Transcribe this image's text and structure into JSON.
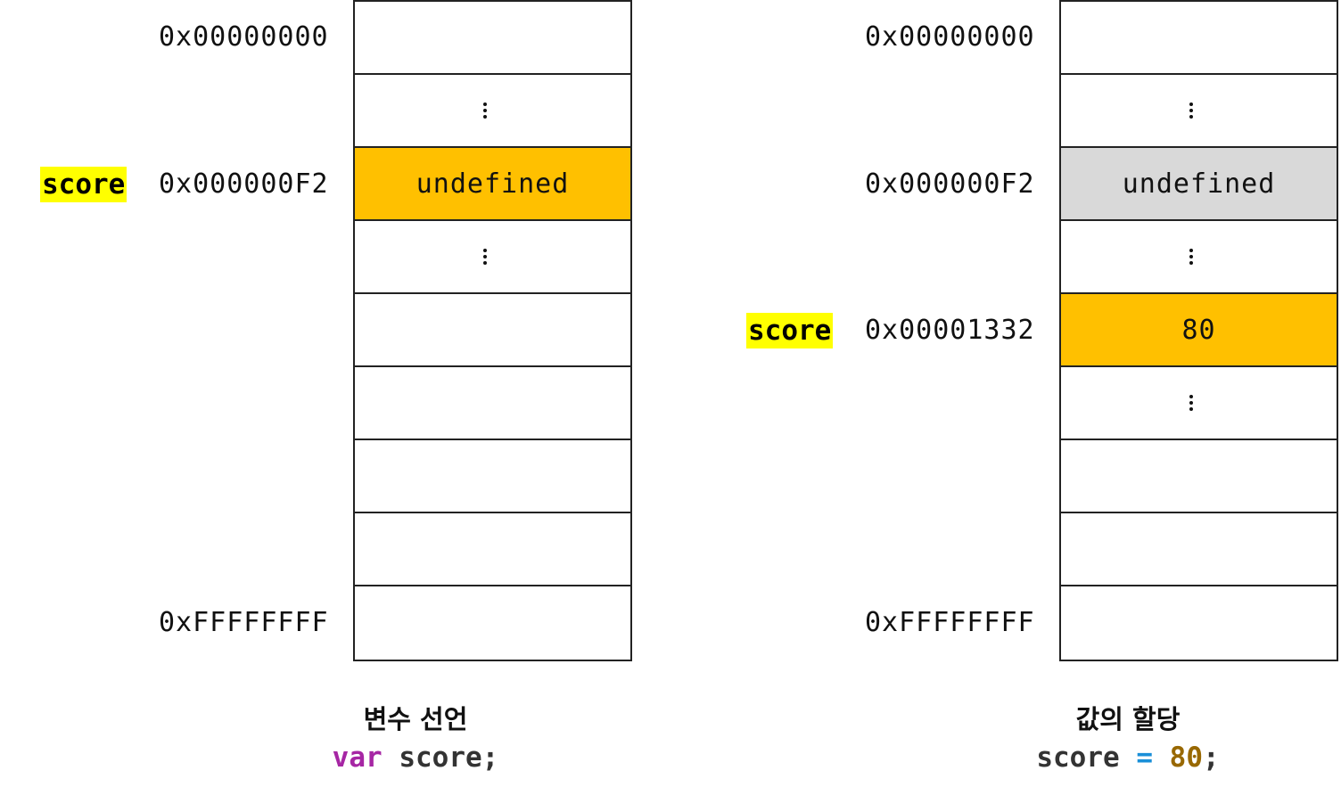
{
  "left": {
    "caption_title": "변수 선언",
    "code": {
      "keyword": "var",
      "ident": "score",
      "semi": ";"
    },
    "var_label": "score",
    "addresses": {
      "top": "0x00000000",
      "mid": "0x000000F2",
      "bottom": "0xFFFFFFFF"
    },
    "cells": [
      "",
      "⋮",
      "undefined",
      "⋮",
      "",
      "",
      "",
      "",
      ""
    ]
  },
  "right": {
    "caption_title": "값의 할당",
    "code": {
      "ident": "score",
      "op": "=",
      "num": "80",
      "semi": ";"
    },
    "var_label": "score",
    "addresses": {
      "top": "0x00000000",
      "mid": "0x000000F2",
      "target": "0x00001332",
      "bottom": "0xFFFFFFFF"
    },
    "cells": [
      "",
      "⋮",
      "undefined",
      "⋮",
      "80",
      "⋮",
      "",
      "",
      ""
    ]
  },
  "colors": {
    "highlight": "#ffc000",
    "old_value": "#d9d9d9",
    "label_bg": "#ffff00",
    "keyword": "#a626a4",
    "operator": "#1a8fd8",
    "number": "#986801"
  }
}
